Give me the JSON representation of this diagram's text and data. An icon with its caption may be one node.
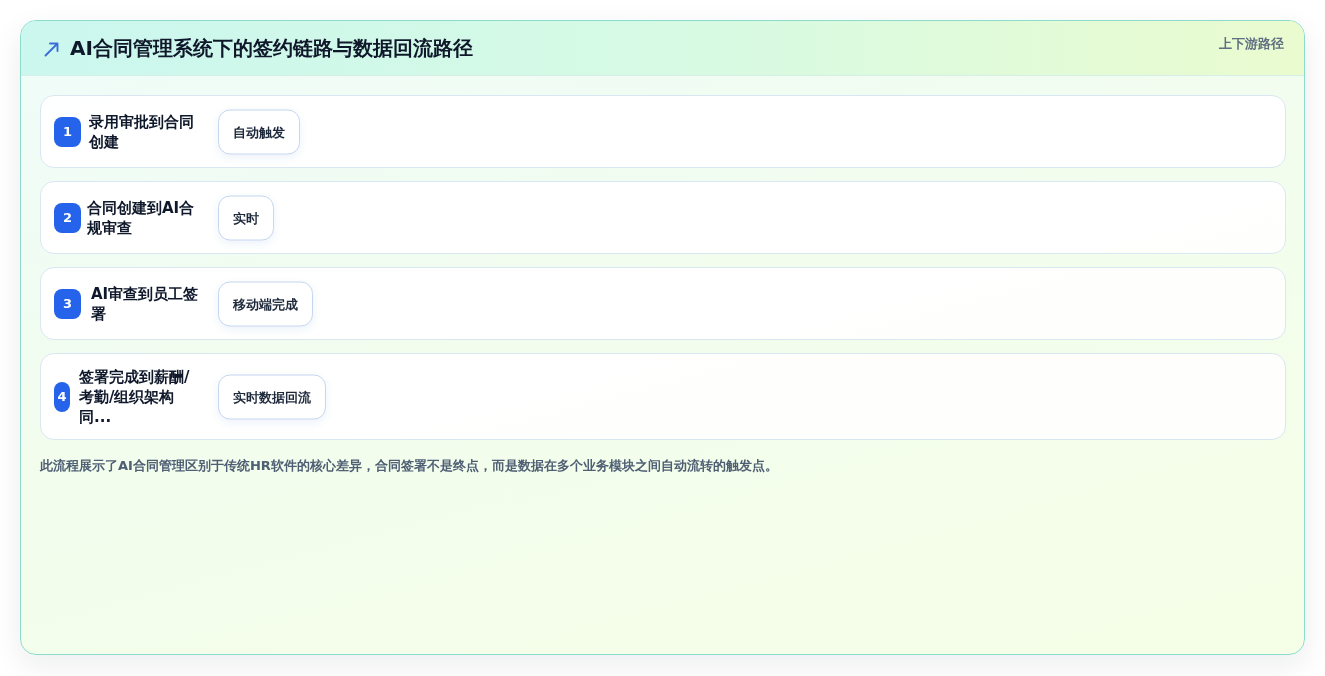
{
  "diagram": {
    "title": "AI合同管理系统下的签约链路与数据回流路径",
    "caption": "此流程展示了AI合同管理区别于传统HR软件的核心差异，合同签署不是终点，而是数据在多个业务模块之间自动流转的触发点。",
    "nodes": [
      {
        "text": [
          "录用审批到合同创建"
        ]
      },
      {
        "text": [
          "1"
        ],
        "in": 0
      },
      {
        "text": [
          "自动触发"
        ],
        "in": 0
      },
      {
        "text": [
          "合同创建到AI合规审查"
        ]
      },
      {
        "text": [
          "2"
        ],
        "in": 3
      },
      {
        "text": [
          "实时"
        ],
        "in": 3
      },
      {
        "text": [
          "AI审查到员工签署"
        ]
      },
      {
        "text": [
          "3"
        ],
        "in": 6
      },
      {
        "text": [
          "移动端完成"
        ],
        "in": 6
      },
      {
        "text": [
          "签署完成到薪酬/考勤/组织架构同..."
        ]
      },
      {
        "text": [
          "4"
        ],
        "in": 9
      },
      {
        "text": [
          "实时数据回流"
        ],
        "in": 9
      }
    ],
    "labels": [
      "上下游路径"
    ]
  }
}
